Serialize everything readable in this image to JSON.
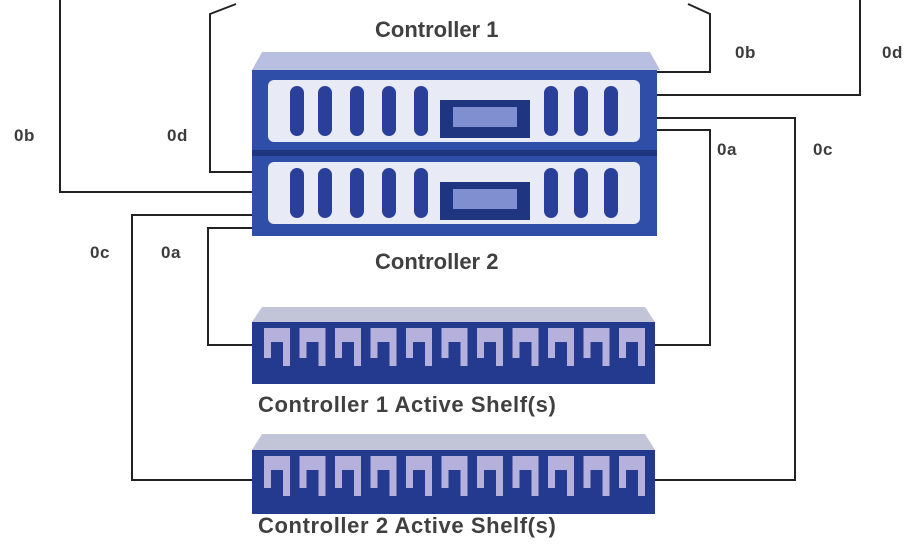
{
  "diagram": {
    "controller_1": "Controller 1",
    "controller_2": "Controller 2",
    "shelf_1": "Controller 1 Active Shelf(s)",
    "shelf_2": "Controller 2 Active Shelf(s)",
    "ports": {
      "top_right_0b": "0b",
      "top_right_0d": "0d",
      "left_0b": "0b",
      "left_0d": "0d",
      "right_0a": "0a",
      "right_0c": "0c",
      "left_0c": "0c",
      "left_0a": "0a"
    }
  },
  "colors": {
    "chassis": "#2e4ea8",
    "chassis_dark": "#1f3580",
    "chassis_top": "#b8bfe0",
    "bay": "#e8eaf6",
    "drive": "#2a3f9a",
    "shelf": "#243a8e",
    "shelf_top": "#c2c4d8",
    "shelf_slot": "#b6b0dc",
    "cable": "#222222"
  }
}
